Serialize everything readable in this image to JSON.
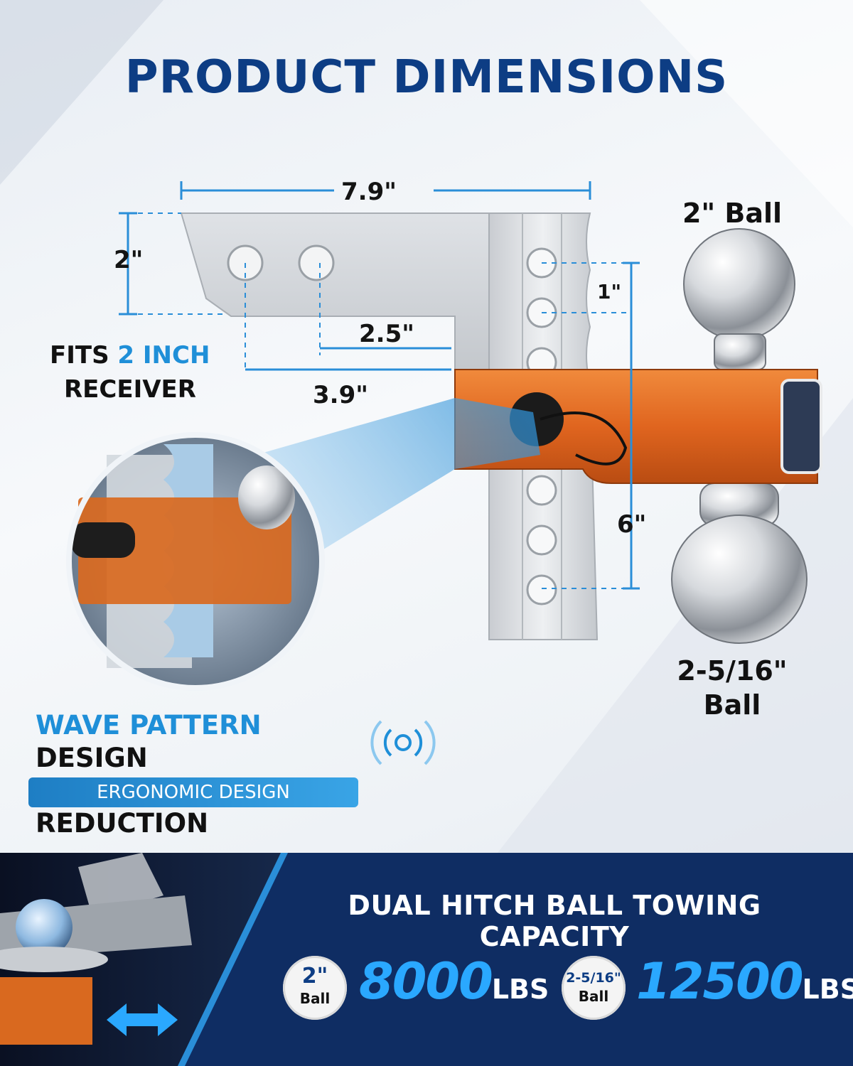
{
  "header": {
    "title": "PRODUCT DIMENSIONS"
  },
  "dimensions": {
    "width": "7.9\"",
    "height": "2\"",
    "hole_spacing": "2.5\"",
    "hole_offset": "3.9\"",
    "step": "1\"",
    "drop": "6\""
  },
  "balls": {
    "top": "2\" Ball",
    "bottom_line1": "2-5/16\"",
    "bottom_line2": "Ball"
  },
  "fits": {
    "prefix": "FITS ",
    "highlight": "2 INCH",
    "line2": "RECEIVER"
  },
  "wave": {
    "highlight": "WAVE PATTERN",
    "rest1": " DESIGN",
    "line2": "FOR NOISE REDUCTION"
  },
  "ergonomic": "ERGONOMIC DESIGN",
  "capacity": {
    "title": "DUAL HITCH BALL TOWING CAPACITY",
    "items": [
      {
        "size": "2\"",
        "size_label": "Ball",
        "value": "8000",
        "unit": "LBS"
      },
      {
        "size": "2-5/16\"",
        "size_label": "Ball",
        "value": "12500",
        "unit": "LBS"
      }
    ]
  },
  "colors": {
    "brand_blue": "#0d3d84",
    "accent_blue": "#1f8fd8",
    "orange": "#e0651f",
    "navy": "#0f2d63"
  },
  "icons": [
    "noise-wave-icon",
    "double-arrow-icon"
  ]
}
